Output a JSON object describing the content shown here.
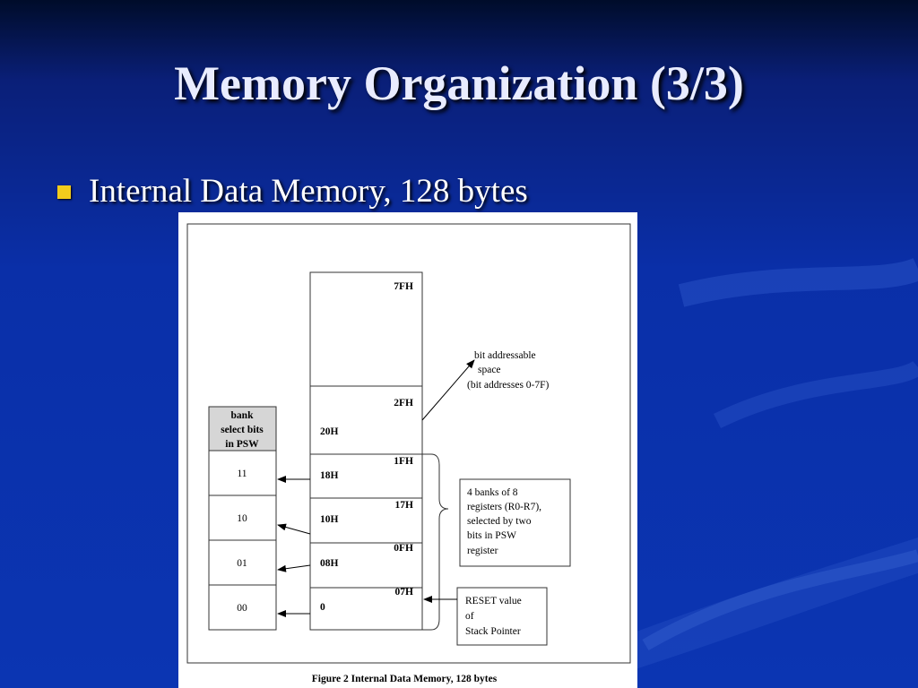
{
  "slide": {
    "title": "Memory Organization (3/3)",
    "bullets": [
      "Internal Data Memory, 128 bytes"
    ]
  },
  "figure": {
    "caption": "Figure 2 Internal Data Memory, 128 bytes",
    "memory_labels": {
      "addr_7fh": "7FH",
      "addr_2fh": "2FH",
      "addr_20h": "20H",
      "addr_1fh": "1FH",
      "addr_18h": "18H",
      "addr_17h": "17H",
      "addr_10h": "10H",
      "addr_0fh": "0FH",
      "addr_08h": "08H",
      "addr_07h": "07H",
      "addr_0": "0"
    },
    "bank_table": {
      "header": [
        "bank",
        "select bits",
        "in PSW"
      ],
      "rows": [
        "11",
        "10",
        "01",
        "00"
      ]
    },
    "notes": {
      "bit_addressable": [
        "bit addressable",
        "space",
        "(bit addresses 0-7F)"
      ],
      "banks": [
        "4 banks of 8",
        "registers (R0-R7),",
        "selected by two",
        "bits in PSW",
        "register"
      ],
      "reset": [
        "RESET value",
        "of",
        "Stack Pointer"
      ]
    }
  },
  "colors": {
    "bullet": "#f2cc1c",
    "title": "#e9ecff",
    "table_header_bg": "#d6d6d6"
  }
}
